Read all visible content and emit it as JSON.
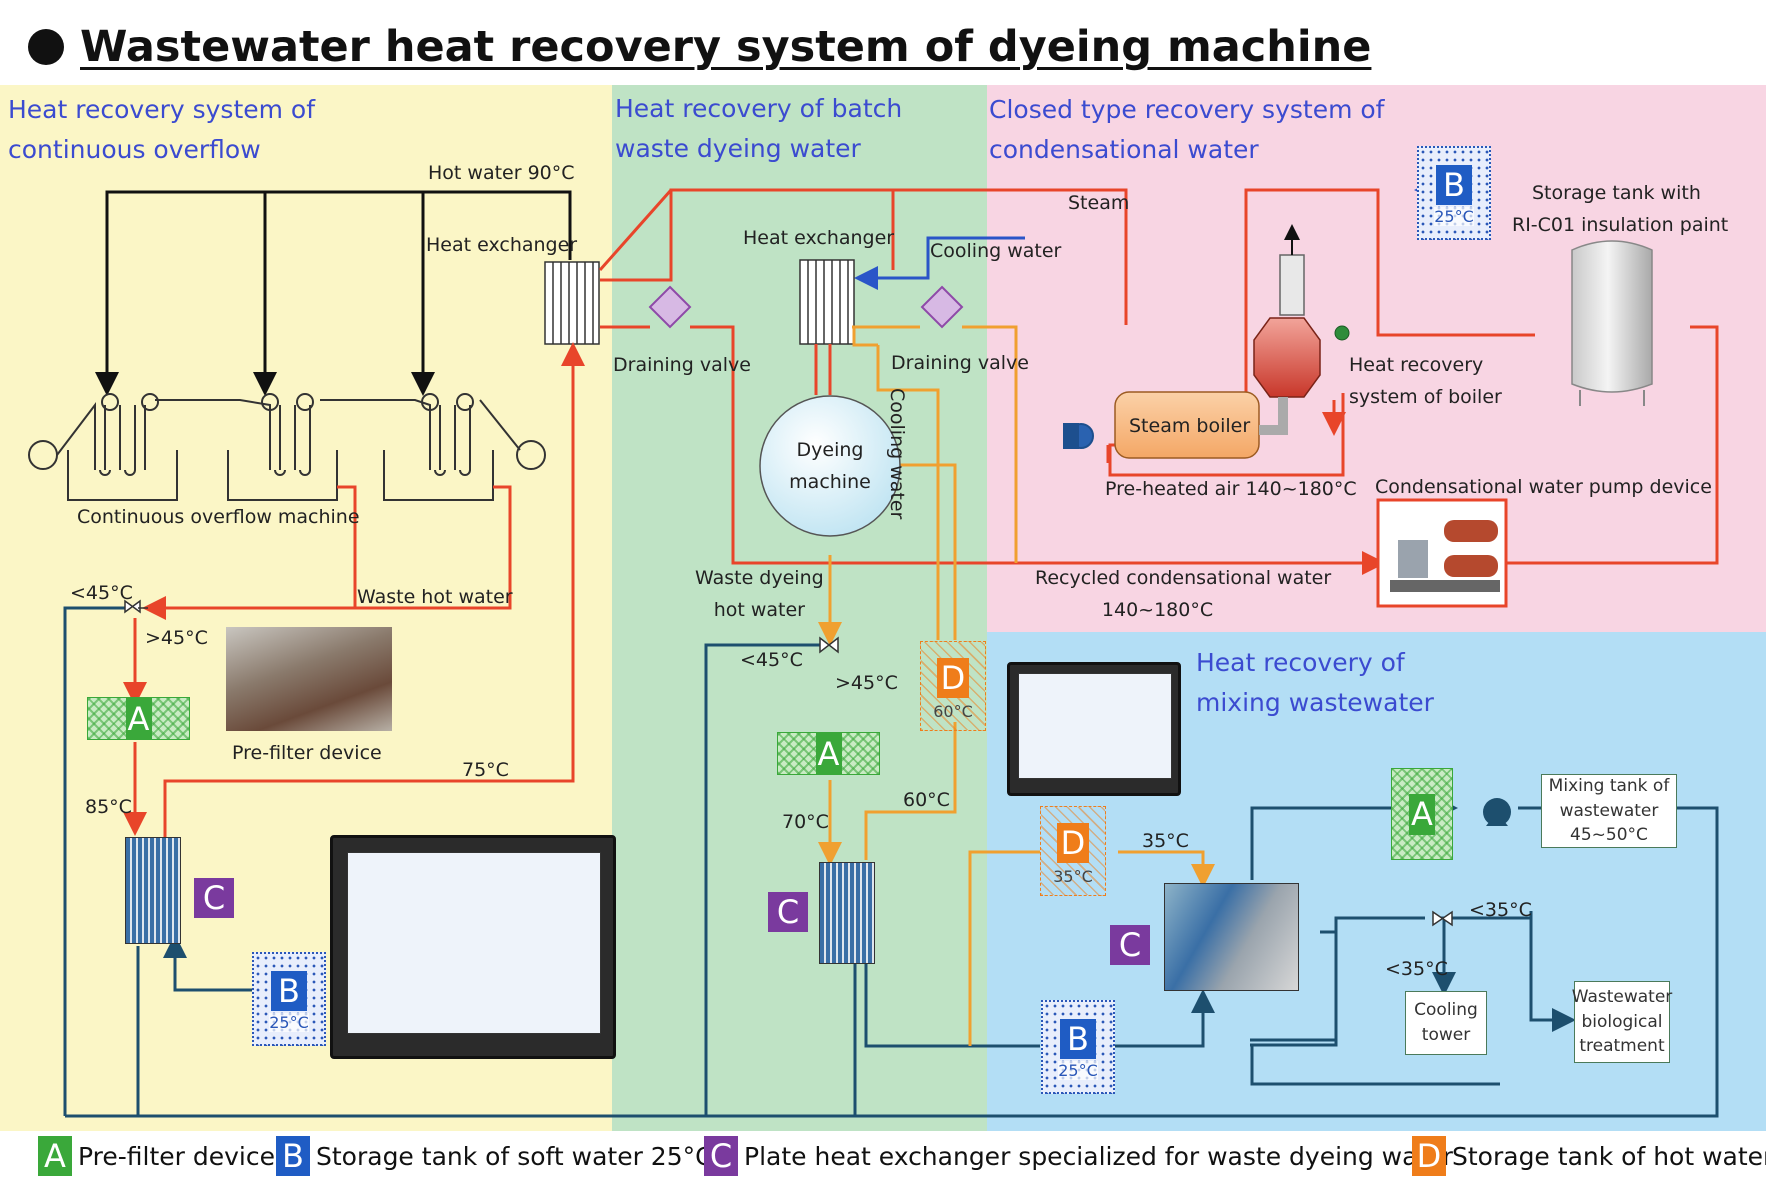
{
  "title": "Wastewater heat recovery system of dyeing machine",
  "zones": {
    "continuous": {
      "title_line1": "Heat recovery system of",
      "title_line2": "continuous overflow",
      "color": "#fbf6c6"
    },
    "batch": {
      "title_line1": "Heat recovery of batch",
      "title_line2": "waste dyeing water",
      "color": "#bfe3c5"
    },
    "closed": {
      "title_line1": "Closed type recovery system of",
      "title_line2": "condensational water",
      "color": "#f8d5e3"
    },
    "mixing": {
      "title_line1": "Heat recovery of",
      "title_line2": "mixing wastewater",
      "color": "#b3def5"
    }
  },
  "labels": {
    "hot_water_90": "Hot water 90°C",
    "heat_exchanger_1": "Heat exchanger",
    "heat_exchanger_2": "Heat exchanger",
    "cooling_water_top": "Cooling water",
    "steam": "Steam",
    "storage_tank_line1": "Storage tank with",
    "storage_tank_line2": "RI-C01 insulation paint",
    "draining_valve_1": "Draining valve",
    "draining_valve_2": "Draining valve",
    "cooling_water_vertical": "Cooling water",
    "heat_recovery_boiler_line1": "Heat recovery",
    "heat_recovery_boiler_line2": "system of boiler",
    "steam_boiler": "Steam boiler",
    "dyeing_machine_line1": "Dyeing",
    "dyeing_machine_line2": "machine",
    "preheated_air": "Pre-heated air 140~180°C",
    "condensational_pump": "Condensational water pump device",
    "continuous_overflow_machine": "Continuous overflow machine",
    "waste_dyeing_line1": "Waste dyeing",
    "waste_dyeing_line2": "hot water",
    "recycled_line1": "Recycled condensational water",
    "recycled_line2": "140~180°C",
    "lt45_left": "<45°C",
    "waste_hot_water": "Waste hot water",
    "gt45_left": ">45°C",
    "lt45_mid": "<45°C",
    "gt45_mid": ">45°C",
    "pre_filter_device": "Pre-filter device",
    "t75": "75°C",
    "t85": "85°C",
    "t70": "70°C",
    "t60": "60°C",
    "t35": "35°C",
    "lt35_a": "<35°C",
    "lt35_b": "<35°C"
  },
  "boxes": {
    "mixing_tank_line1": "Mixing tank of",
    "mixing_tank_line2": "wastewater",
    "mixing_tank_line3": "45~50°C",
    "cooling_tower_line1": "Cooling",
    "cooling_tower_line2": "tower",
    "bio_line1": "Wastewater",
    "bio_line2": "biological",
    "bio_line3": "treatment"
  },
  "tags": {
    "A": "A",
    "B": "B",
    "C": "C",
    "D": "D",
    "b_temp": "25°C",
    "d_temp_60": "60°C",
    "d_temp_35": "35°C"
  },
  "legend": {
    "a": {
      "letter": "A",
      "text": "Pre-filter device",
      "color": "#3aa83a"
    },
    "b": {
      "letter": "B",
      "text": "Storage tank of soft water 25°C",
      "color": "#1f5cc4"
    },
    "c": {
      "letter": "C",
      "text": "Plate heat exchanger specialized for waste dyeing water",
      "color": "#7a3a9e"
    },
    "d": {
      "letter": "D",
      "text": "Storage tank of hot water",
      "color": "#ef7d1a"
    }
  },
  "line_colors": {
    "hot": "#e8452a",
    "warm": "#f0a030",
    "cold": "#1d4f6e",
    "black": "#111111",
    "blue": "#2a55c8"
  }
}
